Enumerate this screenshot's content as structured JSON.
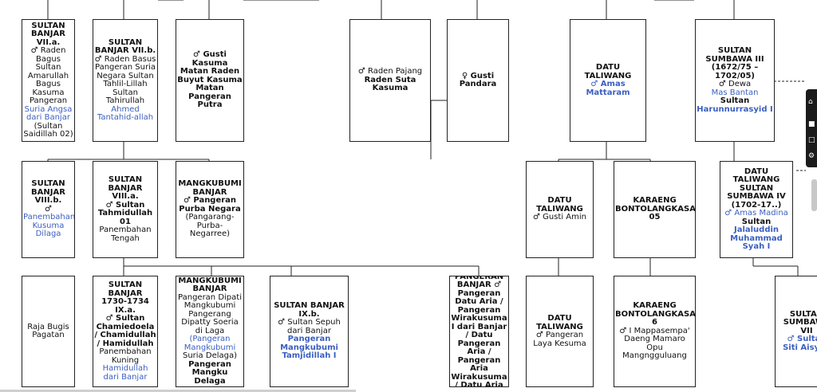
{
  "nodes": [
    {
      "id": "sultan-banjar-7a",
      "lines": [
        {
          "t": "SULTAN BANJAR VII.a.",
          "c": "b"
        },
        {
          "t": "♂ Raden Bagus Sultan Amarullah Bagus Kasuma Pangeran"
        },
        {
          "t": "Suria Angsa dari Banjar",
          "c": "lnk"
        },
        {
          "t": "(Sultan Saidillah 02)"
        }
      ]
    },
    {
      "id": "sultan-banjar-7b",
      "lines": [
        {
          "t": "SULTAN BANJAR VII.b.",
          "c": "b"
        },
        {
          "t": "♂ Raden Basus Pangeran Suria Negara Sultan Tahlil-Lillah Sultan Tahirullah"
        },
        {
          "t": "Ahmed Tantahid-allah",
          "c": "lnk"
        }
      ]
    },
    {
      "id": "gusti-kasuma-matan",
      "lines": [
        {
          "t": "♂ Gusti Kasuma Matan Raden Buyut Kasuma Matan Pangeran Putra",
          "c": "b"
        }
      ]
    },
    {
      "id": "raden-pajang",
      "lines": [
        {
          "t": "♂ Raden Pajang"
        },
        {
          "t": "Raden Suta Kasuma",
          "c": "b"
        }
      ]
    },
    {
      "id": "gusti-pandara",
      "lines": [
        {
          "t": "♀ Gusti Pandara",
          "c": "b"
        }
      ]
    },
    {
      "id": "datu-taliwang-1",
      "lines": [
        {
          "t": "DATU TALIWANG",
          "c": "b"
        },
        {
          "t": "♂ Amas Mattaram",
          "c": "lnk b"
        }
      ]
    },
    {
      "id": "sultan-sumbawa-3",
      "lines": [
        {
          "t": "SULTAN SUMBAWA III (1672/75 – 1702/05)",
          "c": "b"
        },
        {
          "t": "♂ Dewa "
        },
        {
          "t": "Mas Bantan",
          "c": "lnk"
        },
        {
          "t": "Sultan",
          "c": "b"
        },
        {
          "t": "Harunnurrasyid I",
          "c": "lnk b"
        }
      ]
    },
    {
      "id": "sultan-banjar-8b",
      "lines": [
        {
          "t": "SULTAN BANJAR VIII.b.",
          "c": "b"
        },
        {
          "t": "♂"
        },
        {
          "t": "Panembahan Kusuma Dilaga",
          "c": "lnk"
        }
      ]
    },
    {
      "id": "sultan-banjar-8a",
      "lines": [
        {
          "t": "SULTAN BANJAR VIII.a.",
          "c": "b"
        },
        {
          "t": "♂ Sultan Tahmidullah 01",
          "c": "b"
        },
        {
          "t": "Panembahan Tengah"
        }
      ]
    },
    {
      "id": "mangkubumi-banjar-1",
      "lines": [
        {
          "t": "MANGKUBUMI BANJAR",
          "c": "b"
        },
        {
          "t": "♂ Pangeran Purba Negara",
          "c": "b"
        },
        {
          "t": "(Pangarang-Purba-Negarree)"
        }
      ]
    },
    {
      "id": "datu-taliwang-2",
      "lines": [
        {
          "t": "DATU TALIWANG",
          "c": "b"
        },
        {
          "t": "♂ Gusti Amin"
        }
      ]
    },
    {
      "id": "karaeng-bontolangkasa-5",
      "lines": [
        {
          "t": "KARAENG BONTOLANGKASA 05",
          "c": "b"
        }
      ]
    },
    {
      "id": "datu-taliwang-sultan-sumbawa-4",
      "lines": [
        {
          "t": "DATU TALIWANG SULTAN SUMBAWA IV (1702-17..)",
          "c": "b"
        },
        {
          "t": "♂ Amas Madina",
          "c": "lnk"
        },
        {
          "t": "Sultan",
          "c": "b"
        },
        {
          "t": "Jalaluddin Muhammad Syah I",
          "c": "lnk b"
        }
      ]
    },
    {
      "id": "raja-bugis-pagatan",
      "lines": [
        {
          "t": "Raja Bugis Pagatan"
        }
      ]
    },
    {
      "id": "sultan-banjar-9a",
      "lines": [
        {
          "t": "SULTAN BANJAR 1730-1734 IX.a.",
          "c": "b"
        },
        {
          "t": "♂ Sultan Chamiedoela / Chamidullah / Hamidullah",
          "c": "b"
        },
        {
          "t": "Panembahan Kuning"
        },
        {
          "t": "Hamidullah dari Banjar",
          "c": "lnk"
        }
      ]
    },
    {
      "id": "mangkubumi-banjar-2",
      "lines": [
        {
          "t": "MANGKUBUMI BANJAR",
          "c": "b"
        },
        {
          "t": "Pangeran Dipati Mangkubumi Pangerang Dipatty Soeria di Laga"
        },
        {
          "t": "(Pangeran Mangkubumi",
          "c": "lnk"
        },
        {
          "t": "Suria Delaga)"
        },
        {
          "t": "Pangeran Mangku Delaga",
          "c": "b"
        }
      ]
    },
    {
      "id": "sultan-banjar-9b",
      "lines": [
        {
          "t": "SULTAN BANJAR IX.b.",
          "c": "b"
        },
        {
          "t": "♂ Sultan Sepuh dari Banjar "
        },
        {
          "t": "Pangeran Mangkubumi Tamjidillah I",
          "c": "lnk b"
        }
      ]
    },
    {
      "id": "pangeran-banjar",
      "lines": [
        {
          "t": "PANGERAN BANJAR ♂",
          "c": "b"
        },
        {
          "t": "Pangeran Datu Aria / Pangeran Wirakusuma I dari Banjar / Datu Pangeran Aria / Pangeran Aria Wirakusuma / Datu Aria",
          "c": "b"
        }
      ]
    },
    {
      "id": "datu-taliwang-3",
      "lines": [
        {
          "t": "DATU TALIWANG",
          "c": "b"
        },
        {
          "t": "♂ Pangeran Laya Kesuma"
        }
      ]
    },
    {
      "id": "karaeng-bontolangkasa-6",
      "lines": [
        {
          "t": "KARAENG BONTOLANGKASA 6",
          "c": "b"
        },
        {
          "t": "♂ I Mappasempa' Daeng Mamaro Opu Mangngguluang"
        }
      ]
    },
    {
      "id": "sultan-sumbawa-7",
      "lines": [
        {
          "t": "SULTAN SUMBAWA VII",
          "c": "b"
        },
        {
          "t": "♂ Sultan",
          "c": "lnk b"
        },
        {
          "t": "Siti Aisyah",
          "c": "lnk b"
        }
      ]
    }
  ]
}
